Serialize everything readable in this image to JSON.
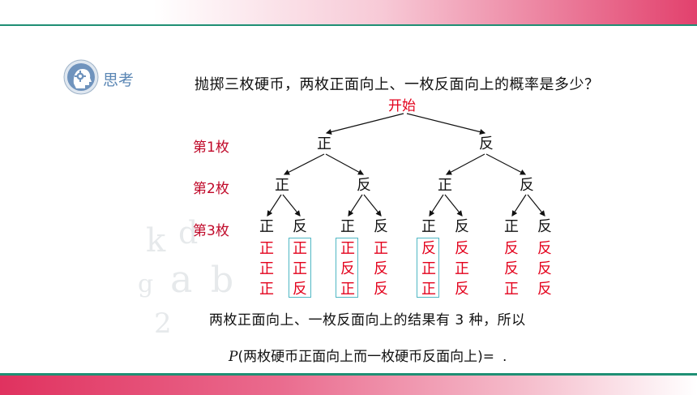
{
  "heading": {
    "label": "思考"
  },
  "question": "抛掷三枚硬币，两枚正面向上、一枚反面向上的概率是多少？",
  "tree": {
    "start": "开始",
    "row_labels": [
      "第1枚",
      "第2枚",
      "第3枚"
    ],
    "level1": [
      "正",
      "反"
    ],
    "level2": [
      "正",
      "反",
      "正",
      "反"
    ],
    "level3": [
      "正",
      "反",
      "正",
      "反",
      "正",
      "反",
      "正",
      "反"
    ]
  },
  "outcomes": [
    [
      "正",
      "正",
      "正"
    ],
    [
      "正",
      "正",
      "反"
    ],
    [
      "正",
      "反",
      "正"
    ],
    [
      "正",
      "反",
      "反"
    ],
    [
      "反",
      "正",
      "正"
    ],
    [
      "反",
      "正",
      "反"
    ],
    [
      "反",
      "反",
      "正"
    ],
    [
      "反",
      "反",
      "反"
    ]
  ],
  "highlighted_outcomes": [
    1,
    2,
    4
  ],
  "conclusion": "两枚正面向上、一枚反面向上的结果有 3 种，所以",
  "probability": {
    "symbol": "P",
    "expression": "(两枚硬币正面向上而一枚硬币反面向上)=",
    "tail": "."
  },
  "colors": {
    "accent_red": "#e3001b",
    "label_red": "#c00a2a",
    "teal": "#1f8f74",
    "box_blue": "#4fb7c4"
  }
}
